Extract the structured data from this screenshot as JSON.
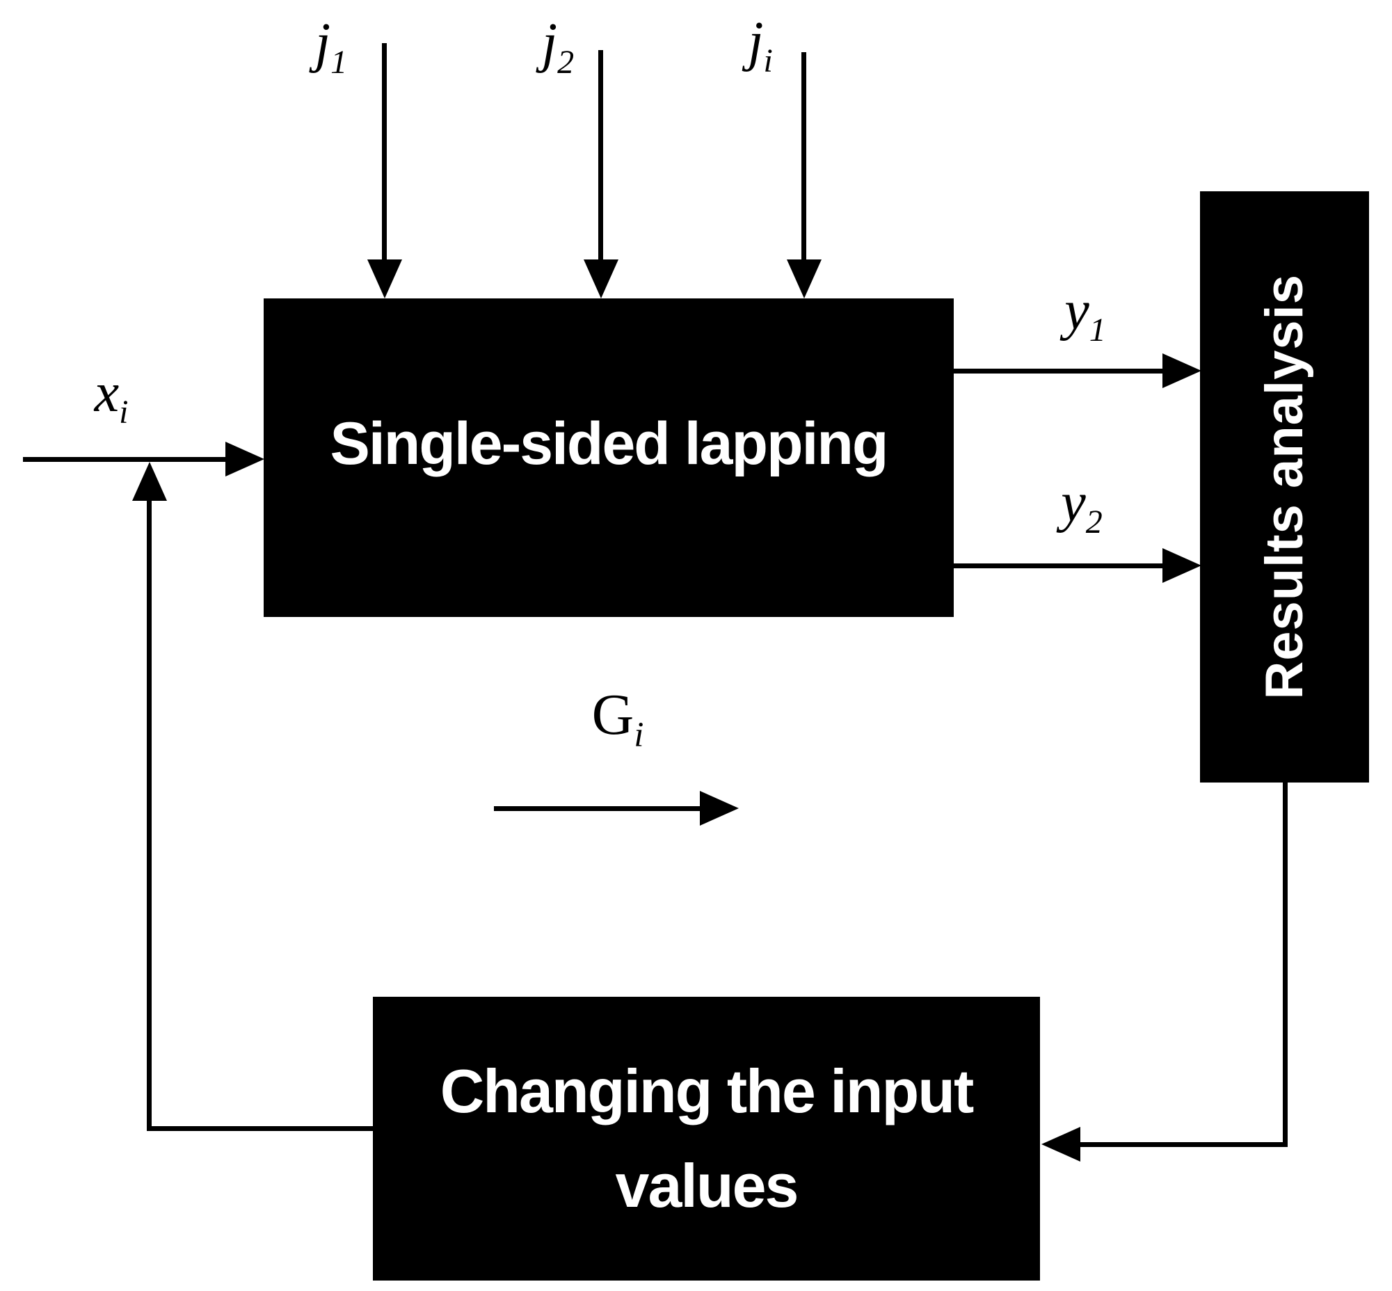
{
  "palette": {
    "background": "#ffffff",
    "ink": "#000000",
    "box_fill": "#000000",
    "box_text": "#ffffff"
  },
  "boxes": {
    "lapping": {
      "label": "Single-sided lapping"
    },
    "results": {
      "label": "Results analysis"
    },
    "changing": {
      "line1": "Changing the input",
      "line2": "values"
    }
  },
  "labels": {
    "j1": {
      "base": "j",
      "sub": "1"
    },
    "j2": {
      "base": "j",
      "sub": "2"
    },
    "ji": {
      "base": "j",
      "sub": "i"
    },
    "xi": {
      "base": "x",
      "sub": "i"
    },
    "y1": {
      "base": "y",
      "sub": "1"
    },
    "y2": {
      "base": "y",
      "sub": "2"
    },
    "Gi": {
      "base": "G",
      "sub": "i"
    }
  }
}
